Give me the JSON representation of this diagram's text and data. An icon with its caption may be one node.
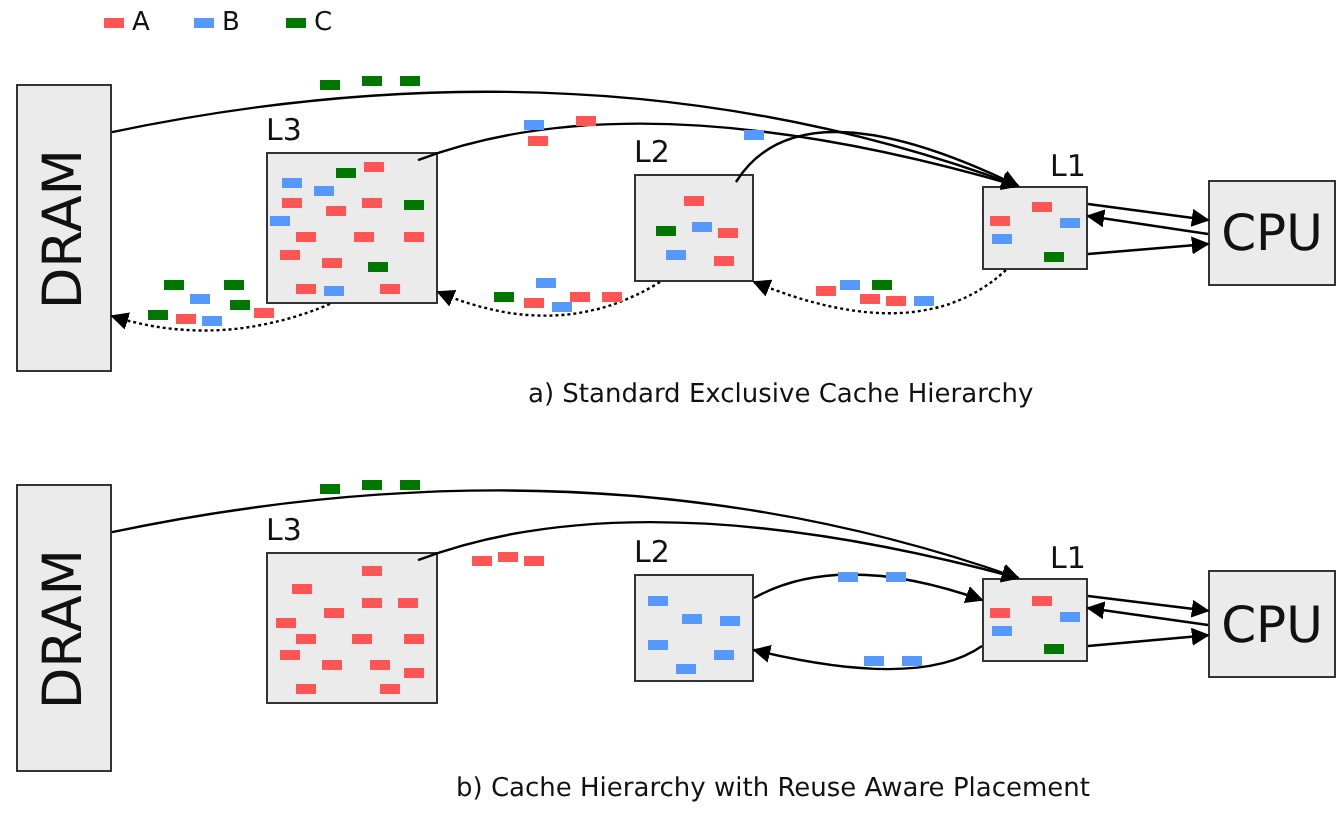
{
  "diagram": {
    "nodes": [
      {
        "text": [
          "DRAM"
        ]
      },
      {
        "text": [
          "L3"
        ]
      },
      {
        "text": [
          "L2"
        ]
      },
      {
        "text": [
          "L1"
        ]
      },
      {
        "text": [
          "CPU"
        ]
      },
      {
        "text": [
          "DRAM"
        ]
      },
      {
        "text": [
          "L3"
        ]
      },
      {
        "text": [
          "L2"
        ]
      },
      {
        "text": [
          "L1"
        ]
      },
      {
        "text": [
          "CPU"
        ]
      }
    ],
    "edges": [
      {
        "from": 0,
        "to": 3,
        "arrow": "to"
      },
      {
        "from": 1,
        "to": 3,
        "arrow": "to"
      },
      {
        "from": 2,
        "to": 3,
        "arrow": "to"
      },
      {
        "from": 3,
        "to": 4,
        "arrow": "to"
      },
      {
        "from": 4,
        "to": 3,
        "arrow": "to"
      },
      {
        "from": 3,
        "to": 4,
        "arrow": "to"
      },
      {
        "from": 3,
        "to": 2,
        "arrow": "to",
        "style": "dashed"
      },
      {
        "from": 2,
        "to": 1,
        "arrow": "to",
        "style": "dashed"
      },
      {
        "from": 1,
        "to": 0,
        "arrow": "to",
        "style": "dashed"
      },
      {
        "from": 5,
        "to": 8,
        "arrow": "to"
      },
      {
        "from": 6,
        "to": 8,
        "arrow": "to"
      },
      {
        "from": 7,
        "to": 8,
        "arrow": "to"
      },
      {
        "from": 8,
        "to": 7,
        "arrow": "to"
      },
      {
        "from": 8,
        "to": 9,
        "arrow": "to"
      },
      {
        "from": 9,
        "to": 8,
        "arrow": "to"
      },
      {
        "from": 8,
        "to": 9,
        "arrow": "to"
      }
    ],
    "labels": [
      "a) Standard Exclusive Cache Hierarchy",
      "b) Cache Hierarchy with Reuse Aware Placement"
    ],
    "legend": [
      {
        "text": "A",
        "color": "#ff5555"
      },
      {
        "text": "B",
        "color": "#5599ff"
      },
      {
        "text": "C",
        "color": "#007700"
      }
    ]
  }
}
